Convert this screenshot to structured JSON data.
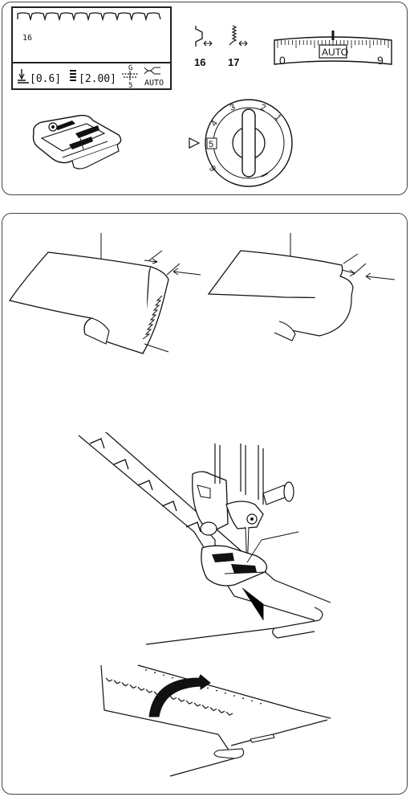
{
  "lcd": {
    "pattern_number": "16",
    "stitch_width": "[0.6]",
    "stitch_length": "[2.00]",
    "presser_foot_letter": "G",
    "tension_value": "5",
    "auto_label": "AUTO"
  },
  "stitch_choices": {
    "left_number": "16",
    "right_number": "17"
  },
  "tension_dial": {
    "min_label": "0",
    "max_label": "9",
    "auto_label": "AUTO"
  },
  "pressure_dial": {
    "labels": [
      "1",
      "2",
      "3",
      "4",
      "5",
      "6"
    ],
    "selected": "5"
  },
  "colors": {
    "ink": "#111111",
    "panel_border": "#444444",
    "lcd_border": "#222222"
  }
}
